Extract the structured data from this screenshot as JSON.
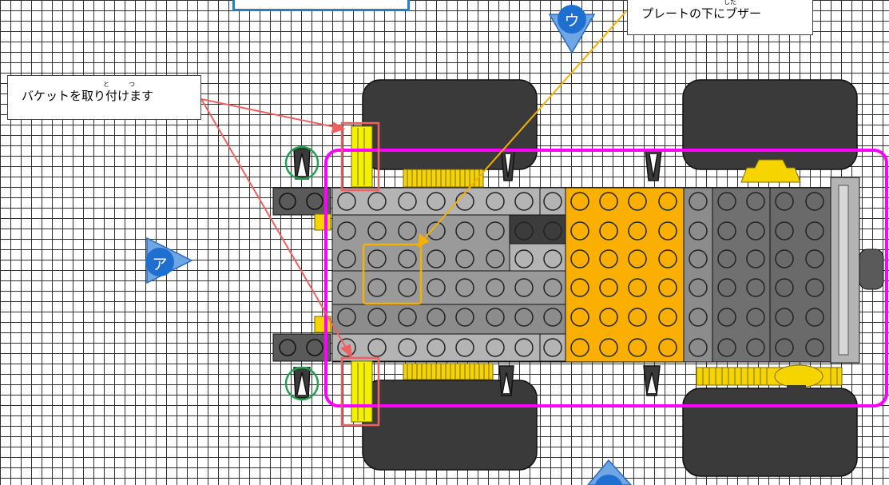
{
  "callouts": {
    "bucket": {
      "text": "バケットを取り付けます",
      "ruby_to": "と",
      "ruby_tsu": "つ"
    },
    "buzzer": {
      "text": "プレートの下にブザー",
      "ruby": "した"
    }
  },
  "markers": {
    "a": "ア",
    "u": "ウ"
  },
  "colors": {
    "tire": "#3a3a3a",
    "gear": "#f5d400",
    "plate_orange": "#fbaf00",
    "plate_gray": "#8c8c8c",
    "plate_light": "#b4b4b4",
    "plate_dark": "#5a5a5a",
    "highlight_magenta": "#ff00ff",
    "highlight_red": "#f06060",
    "highlight_green": "#22a050",
    "marker_blue": "#1f6fd0"
  }
}
